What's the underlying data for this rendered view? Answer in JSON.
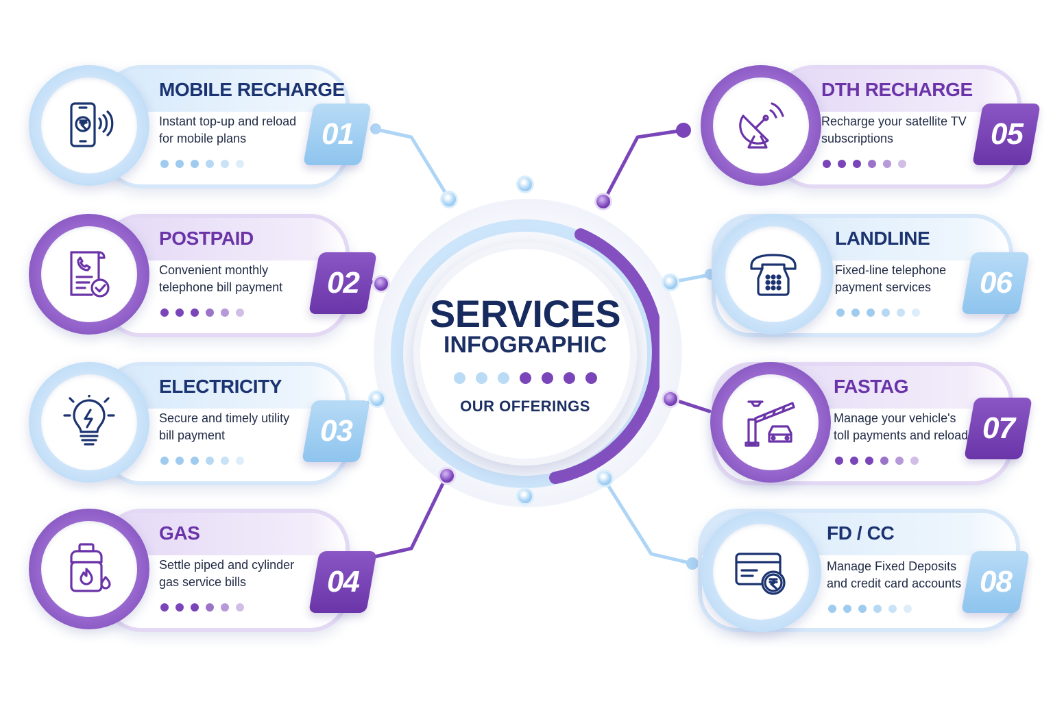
{
  "center": {
    "title": "SERVICES",
    "subtitle": "INFOGRAPHIC",
    "tagline": "OUR OFFERINGS",
    "dot_colors": [
      "#b9dbf6",
      "#b9dbf6",
      "#b9dbf6",
      "#7a45b8",
      "#7a45b8",
      "#7a45b8",
      "#7a45b8"
    ]
  },
  "services": [
    {
      "number": "01",
      "title": "MOBILE RECHARGE",
      "description": "Instant top-up and reload for mobile plans",
      "icon": "mobile-rupee-icon",
      "theme": "blue"
    },
    {
      "number": "02",
      "title": "POSTPAID",
      "description": "Convenient monthly telephone bill payment",
      "icon": "bill-check-icon",
      "theme": "purple"
    },
    {
      "number": "03",
      "title": "ELECTRICITY",
      "description": "Secure and timely utility bill payment",
      "icon": "lightbulb-icon",
      "theme": "blue"
    },
    {
      "number": "04",
      "title": "GAS",
      "description": "Settle piped and cylinder gas service bills",
      "icon": "gas-cylinder-icon",
      "theme": "purple"
    },
    {
      "number": "05",
      "title": "DTH RECHARGE",
      "description": "Recharge your satellite TV subscriptions",
      "icon": "satellite-dish-icon",
      "theme": "purple"
    },
    {
      "number": "06",
      "title": "LANDLINE",
      "description": "Fixed-line telephone payment services",
      "icon": "telephone-icon",
      "theme": "blue"
    },
    {
      "number": "07",
      "title": "FASTAG",
      "description": "Manage your vehicle's toll payments and reload",
      "icon": "toll-gate-car-icon",
      "theme": "purple"
    },
    {
      "number": "08",
      "title": "FD / CC",
      "description": "Manage Fixed Deposits and credit card accounts",
      "icon": "credit-card-rupee-icon",
      "theme": "blue"
    }
  ],
  "colors": {
    "navy": "#1b3370",
    "purple": "#6a34a8",
    "light_blue": "#a9d2f3",
    "light_purple": "#e4d9f4"
  }
}
